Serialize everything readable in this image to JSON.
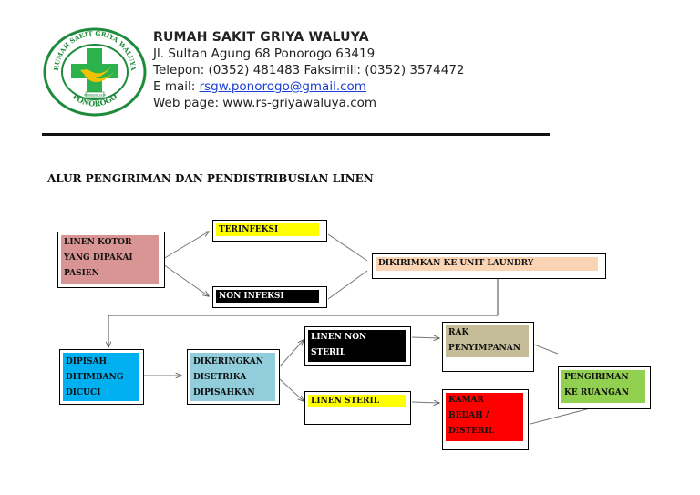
{
  "header": {
    "org_name": "RUMAH SAKIT GRIYA WALUYA",
    "address": "Jl. Sultan Agung 68 Ponorogo 63419",
    "phone": "Telepon: (0352) 481483 Faksimili: (0352) 3574472",
    "email_prefix": "E mail: ",
    "email": "rsgw.ponorogo@gmail.com",
    "web": "Web page: www.rs-griyawaluya.com"
  },
  "logo": {
    "top_text": "RUMAH SAKIT GRIYA WALUYA",
    "bottom_text": "PONOROGO",
    "ribbon_text": "SEMENJAK 1936",
    "ring_color": "#1e8a3b",
    "cross_color": "#2bb24c",
    "accent_color": "#f2c200"
  },
  "title": "ALUR PENGIRIMAN DAN PENDISTRIBUSIAN LINEN",
  "nodes": {
    "linen_kotor": {
      "lines": [
        "LINEN KOTOR",
        "YANG DIPAKAI",
        "PASIEN"
      ],
      "color": "#d99594"
    },
    "terinfeksi": {
      "lines": [
        "TERINFEKSI"
      ],
      "color": "#ffff00"
    },
    "non_infeksi": {
      "lines": [
        "NON INFEKSI"
      ],
      "color": "#000000"
    },
    "laundry": {
      "lines": [
        "DIKIRIMKAN KE UNIT LAUNDRY"
      ],
      "color": "#fbd4b4"
    },
    "dipisah": {
      "lines": [
        "DIPISAH",
        "DITIMBANG",
        "DICUCI"
      ],
      "color": "#00b0f0"
    },
    "dikeringkan": {
      "lines": [
        "DIKERINGKAN",
        "DISETRIKA",
        "DIPISAHKAN"
      ],
      "color": "#92cddc"
    },
    "linen_non_steril": {
      "lines": [
        "LINEN NON",
        "STERIL"
      ],
      "color": "#000000"
    },
    "linen_steril": {
      "lines": [
        "LINEN STERIL"
      ],
      "color": "#ffff00"
    },
    "rak": {
      "lines": [
        "RAK",
        "PENYIMPANAN"
      ],
      "color": "#c4bd97"
    },
    "kamar_bedah": {
      "lines": [
        "KAMAR",
        "BEDAH /",
        "DISTERIL"
      ],
      "color": "#ff0000"
    },
    "pengiriman": {
      "lines": [
        "PENGIRIMAN",
        "KE RUANGAN"
      ],
      "color": "#92d050"
    }
  }
}
